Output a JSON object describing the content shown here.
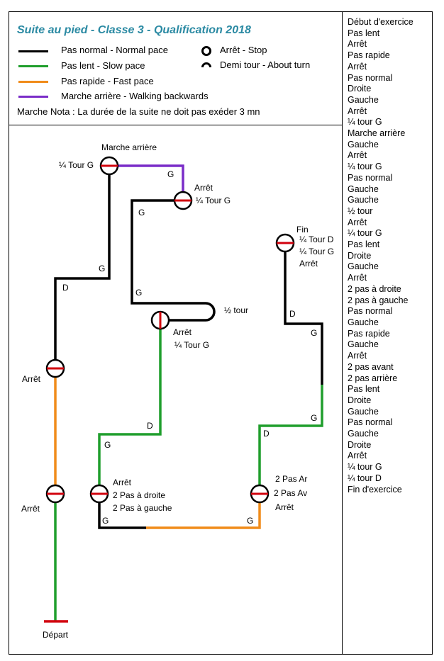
{
  "title": "Suite au pied - Classe 3 - Qualification 2018",
  "colors": {
    "normal": "#000000",
    "slow": "#1f9e2c",
    "fast": "#f08c1a",
    "backward": "#7a2cc8",
    "stop_marker": "#d2000d",
    "title": "#2b8aa3"
  },
  "legend": {
    "normal": "Pas normal - Normal pace",
    "slow": "Pas lent - Slow pace",
    "fast": "Pas rapide - Fast pace",
    "backward": "Marche arrière - Walking backwards",
    "stop": "Arrêt - Stop",
    "about_turn": "Demi tour - About turn"
  },
  "nota": "Marche Nota : La durée de la suite ne doit pas exéder 3 mn",
  "steps": [
    "Début d'exercice",
    "Pas lent",
    "Arrêt",
    "Pas rapide",
    "Arrêt",
    "Pas normal",
    "Droite",
    "Gauche",
    "Arrêt",
    "¼ tour G",
    "Marche arrière",
    "Gauche",
    "Arrêt",
    "¼ tour G",
    "Pas normal",
    "Gauche",
    "Gauche",
    "½ tour",
    "Arrêt",
    "¼ tour G",
    "Pas lent",
    "Droite",
    "Gauche",
    "Arrêt",
    "2 pas à droite",
    "2 pas à gauche",
    "Pas normal",
    "Gauche",
    "Pas rapide",
    "Gauche",
    "Arrêt",
    "2 pas avant",
    "2 pas arrière",
    "Pas lent",
    "Droite",
    "Gauche",
    "Pas normal",
    "Gauche",
    "Droite",
    "Arrêt",
    "¼ tour G",
    "¼ tour D",
    "Fin d'exercice"
  ],
  "diagram": {
    "depart": "Départ",
    "arret_left_bottom": "Arrêt",
    "arret_left_top": "Arrêt",
    "d1": "D",
    "g1": "G",
    "marche_arriere": "Marche arrière",
    "quart_tour_g_1": "¼ Tour G",
    "g2": "G",
    "arret_top": "Arrêt",
    "quart_tour_g_2": "¼ Tour G",
    "g3": "G",
    "g4": "G",
    "demi_tour": "½ tour",
    "arret_mid": "Arrêt",
    "quart_tour_g_3": "¼ Tour G",
    "d2": "D",
    "g5": "G",
    "arret_bl": "Arrêt",
    "deux_pas_droite": "2 Pas à droite",
    "deux_pas_gauche": "2 Pas à gauche",
    "g6": "G",
    "g7": "G",
    "deux_pas_ar": "2 Pas Ar",
    "deux_pas_av": "2 Pas Av",
    "arret_br": "Arrêt",
    "d3": "D",
    "g8": "G",
    "g9": "G",
    "d4": "D",
    "fin": "Fin",
    "quart_tour_d": "¼ Tour D",
    "quart_tour_g_4": "¼ Tour G",
    "arret_end": "Arrêt"
  }
}
